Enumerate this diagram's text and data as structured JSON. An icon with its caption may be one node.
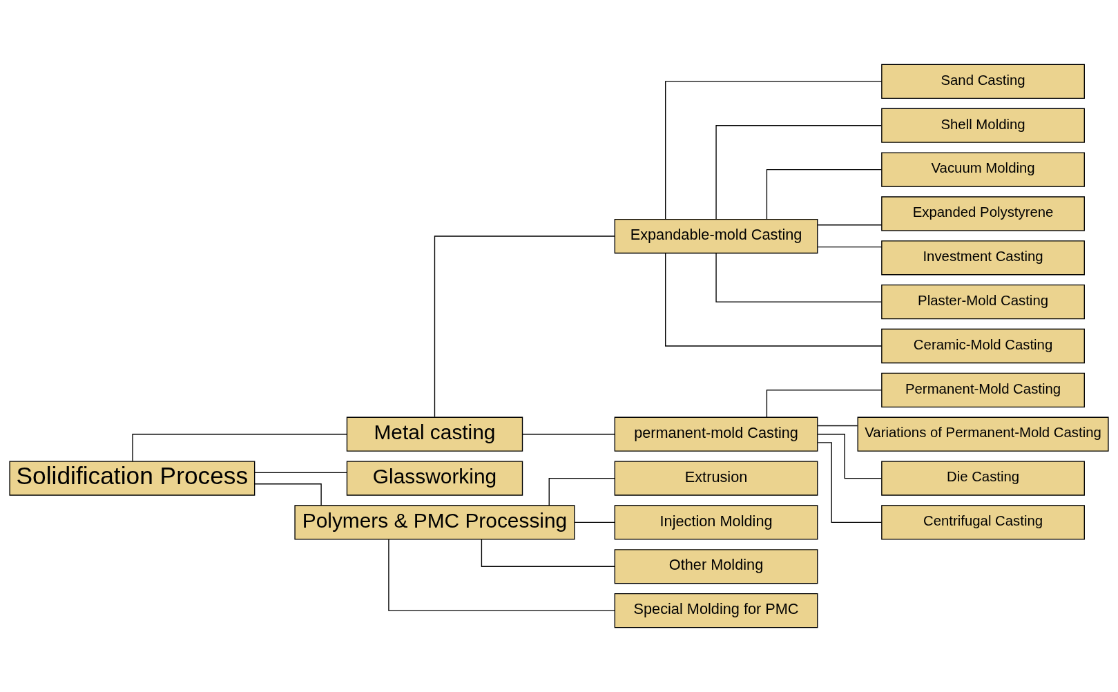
{
  "diagram": {
    "nodes": [
      {
        "text": [
          "Solidification Process"
        ]
      },
      {
        "text": [
          "Metal casting"
        ]
      },
      {
        "text": [
          "Glassworking"
        ]
      },
      {
        "text": [
          "Polymers & PMC Processing"
        ]
      },
      {
        "text": [
          "Expandable-mold Casting"
        ]
      },
      {
        "text": [
          "permanent-mold Casting"
        ]
      },
      {
        "text": [
          "Sand Casting"
        ]
      },
      {
        "text": [
          "Shell Molding"
        ]
      },
      {
        "text": [
          "Vacuum Molding"
        ]
      },
      {
        "text": [
          "Expanded Polystyrene"
        ]
      },
      {
        "text": [
          "Investment Casting"
        ]
      },
      {
        "text": [
          "Plaster-Mold Casting"
        ]
      },
      {
        "text": [
          "Ceramic-Mold Casting"
        ]
      },
      {
        "text": [
          "Permanent-Mold Casting"
        ]
      },
      {
        "text": [
          "Variations of Permanent-Mold Casting"
        ]
      },
      {
        "text": [
          "Die Casting"
        ]
      },
      {
        "text": [
          "Centrifugal Casting"
        ]
      },
      {
        "text": [
          "Extrusion"
        ]
      },
      {
        "text": [
          "Injection Molding"
        ]
      },
      {
        "text": [
          "Other Molding"
        ]
      },
      {
        "text": [
          "Special Molding for PMC"
        ]
      }
    ],
    "edges": [
      {
        "from": 0,
        "to": 1,
        "arrow": "none"
      },
      {
        "from": 0,
        "to": 2,
        "arrow": "none"
      },
      {
        "from": 0,
        "to": 3,
        "arrow": "none"
      },
      {
        "from": 1,
        "to": 4,
        "arrow": "none"
      },
      {
        "from": 1,
        "to": 5,
        "arrow": "none"
      },
      {
        "from": 4,
        "to": 6,
        "arrow": "none"
      },
      {
        "from": 4,
        "to": 7,
        "arrow": "none"
      },
      {
        "from": 4,
        "to": 8,
        "arrow": "none"
      },
      {
        "from": 4,
        "to": 9,
        "arrow": "none"
      },
      {
        "from": 4,
        "to": 10,
        "arrow": "none"
      },
      {
        "from": 4,
        "to": 11,
        "arrow": "none"
      },
      {
        "from": 4,
        "to": 12,
        "arrow": "none"
      },
      {
        "from": 5,
        "to": 13,
        "arrow": "none"
      },
      {
        "from": 5,
        "to": 14,
        "arrow": "none"
      },
      {
        "from": 5,
        "to": 15,
        "arrow": "none"
      },
      {
        "from": 5,
        "to": 16,
        "arrow": "none"
      },
      {
        "from": 3,
        "to": 17,
        "arrow": "none"
      },
      {
        "from": 3,
        "to": 18,
        "arrow": "none"
      },
      {
        "from": 3,
        "to": 19,
        "arrow": "none"
      },
      {
        "from": 3,
        "to": 20,
        "arrow": "none"
      }
    ]
  }
}
